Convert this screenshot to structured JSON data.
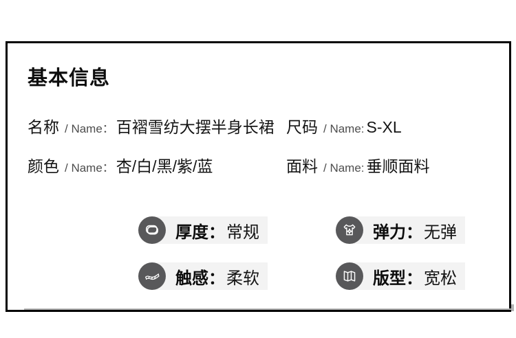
{
  "card": {
    "title": "基本信息",
    "info_rows": [
      {
        "label": "名称",
        "sep": "/ Name：",
        "value": "百褶雪纺大摆半身长裙"
      },
      {
        "label": "尺码",
        "sep": "/ Name:",
        "value": "S-XL"
      },
      {
        "label": "颜色",
        "sep": "/ Name：",
        "value": "杏/白/黑/紫/蓝"
      },
      {
        "label": "面料",
        "sep": "/ Name:",
        "value": "垂顺面料"
      }
    ],
    "badges": [
      {
        "icon": "thickness-icon",
        "label": "厚度：",
        "value": "常规"
      },
      {
        "icon": "elasticity-icon",
        "label": "弹力：",
        "value": "无弹"
      },
      {
        "icon": "touch-icon",
        "label": "触感：",
        "value": "柔软"
      },
      {
        "icon": "fit-icon",
        "label": "版型：",
        "value": "宽松"
      }
    ],
    "colors": {
      "border": "#000000",
      "icon_circle_bg": "#58585a",
      "badge_bg": "#f3f3f3",
      "text": "#141414",
      "sep_text": "#4d4d4d",
      "bottom_accent": "#b3b3b3"
    }
  }
}
